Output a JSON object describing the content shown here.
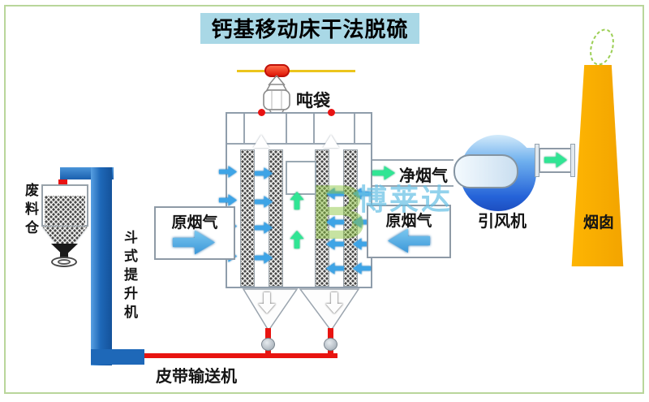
{
  "title": "钙基移动床干法脱硫",
  "equipment": {
    "ton_bag": "吨袋",
    "waste_bin": "废料仓",
    "bucket_elevator": "斗式提升机",
    "belt_conveyor": "皮带输送机",
    "induced_draft_fan": "引风机",
    "chimney": "烟囱"
  },
  "streams": {
    "raw_flue_gas_left": "原烟气",
    "raw_flue_gas_right": "原烟气",
    "clean_flue_gas": "净烟气"
  },
  "watermark": {
    "logo_letter": "B",
    "brand": "博莱达"
  },
  "colors": {
    "title_bg": "#a9d8e6",
    "page_border_green": "#b9d69b",
    "elevator_blue": "#1e68b8",
    "conveyor_red": "#e81410",
    "chimney_orange": "#f7ad00",
    "fan_blue": "#2563d8",
    "flow_arrow_blue": "#3ea4e6",
    "flow_arrow_green": "#30e594",
    "hoist_yellow": "#ecc51c"
  },
  "icons": [
    "flow-right-arrow-icon",
    "flow-left-arrow-icon",
    "flow-up-arrow-icon",
    "discharge-down-arrow-icon",
    "ton-bag-icon",
    "hoist-trolley-icon",
    "fan-volute-icon",
    "smoke-puff-icon",
    "rotary-valve-icon",
    "feed-port-dot-icon"
  ]
}
